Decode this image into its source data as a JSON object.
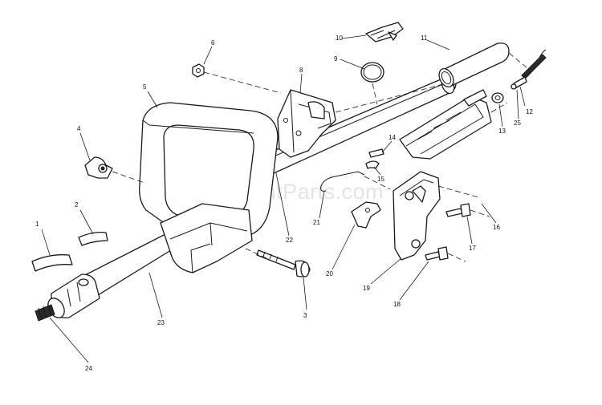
{
  "watermark": "eReplacementParts.com",
  "callouts": {
    "c1": "1",
    "c2": "2",
    "c3": "3",
    "c4": "4",
    "c5": "5",
    "c6": "6",
    "c8": "8",
    "c9": "9",
    "c10": "10",
    "c11": "11",
    "c12": "12",
    "c13": "13",
    "c14": "14",
    "c15": "15",
    "c16": "16",
    "c17": "17",
    "c18": "18",
    "c19": "19",
    "c20": "20",
    "c21": "21",
    "c22": "22",
    "c23": "23",
    "c24": "24",
    "c25": "25"
  },
  "colors": {
    "line": "#1a1a1a",
    "paper": "#ffffff",
    "watermark": "#cfcfcf"
  }
}
